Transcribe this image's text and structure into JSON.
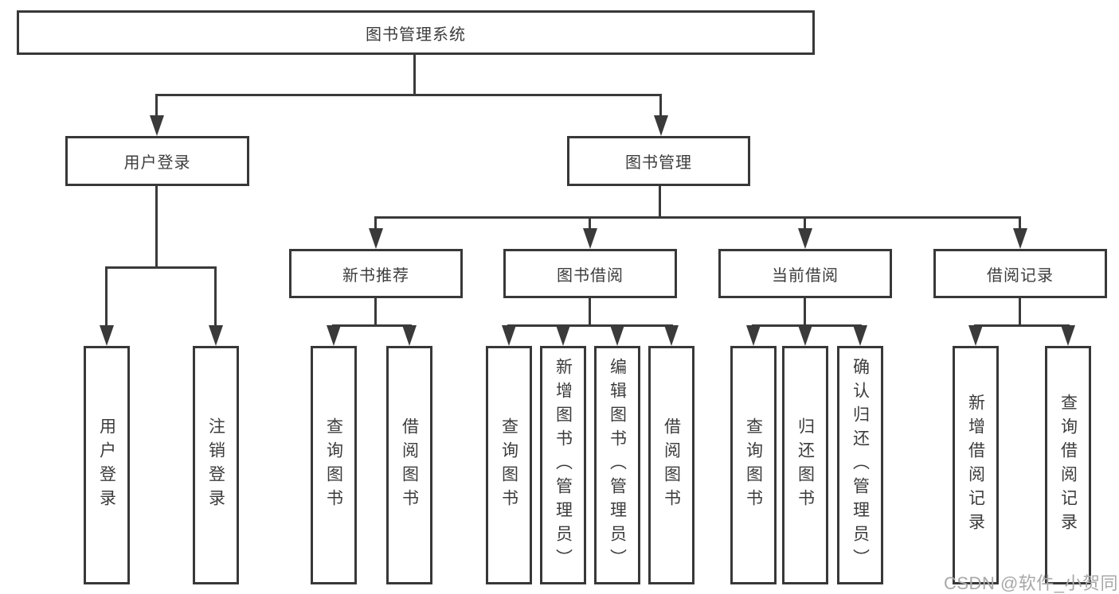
{
  "diagram_type": "hierarchy-tree",
  "colors": {
    "line": "#3a3a3a",
    "border": "#383838",
    "text": "#3c3c3c",
    "watermark": "#a8a8a8",
    "background": "#ffffff"
  },
  "watermark": {
    "text": "CSDN @软件_小贺同学"
  },
  "tree": {
    "label": "图书管理系统",
    "children": [
      {
        "label": "用户登录",
        "children": [
          {
            "label": "用户登录"
          },
          {
            "label": "注销登录"
          }
        ]
      },
      {
        "label": "图书管理",
        "children": [
          {
            "label": "新书推荐",
            "children": [
              {
                "label": "查询图书"
              },
              {
                "label": "借阅图书"
              }
            ]
          },
          {
            "label": "图书借阅",
            "children": [
              {
                "label": "查询图书"
              },
              {
                "label": "新增图书（管理员）"
              },
              {
                "label": "编辑图书（管理员）"
              },
              {
                "label": "借阅图书"
              }
            ]
          },
          {
            "label": "当前借阅",
            "children": [
              {
                "label": "查询图书"
              },
              {
                "label": "归还图书"
              },
              {
                "label": "确认归还（管理员）"
              }
            ]
          },
          {
            "label": "借阅记录",
            "children": [
              {
                "label": "新增借阅记录"
              },
              {
                "label": "查询借阅记录"
              }
            ]
          }
        ]
      }
    ]
  }
}
